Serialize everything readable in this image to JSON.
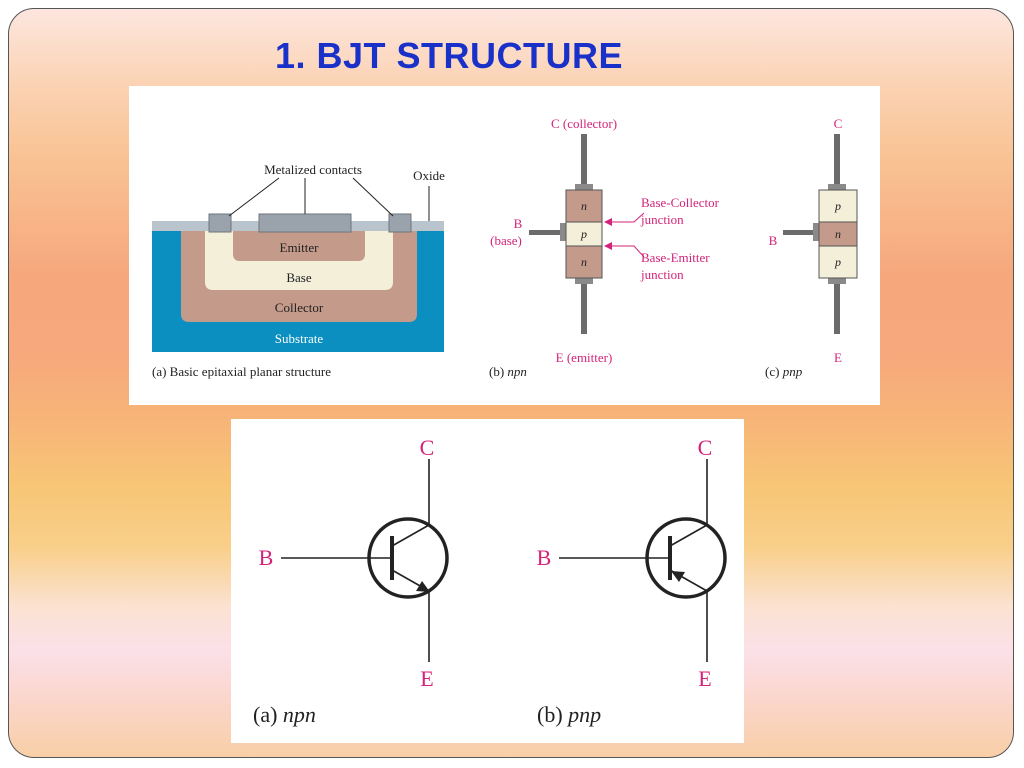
{
  "slide": {
    "title": "1. BJT STRUCTURE"
  },
  "structure_figure": {
    "planar": {
      "label_contacts": "Metalized contacts",
      "label_oxide": "Oxide",
      "label_emitter": "Emitter",
      "label_base": "Base",
      "label_collector": "Collector",
      "label_substrate": "Substrate",
      "caption": "(a) Basic epitaxial planar structure"
    },
    "npn": {
      "terminal_top": "C (collector)",
      "terminal_left_1": "B",
      "terminal_left_2": "(base)",
      "terminal_bottom": "E (emitter)",
      "layer_top": "n",
      "layer_mid": "p",
      "layer_bot": "n",
      "junction_bc_1": "Base-Collector",
      "junction_bc_2": "junction",
      "junction_be_1": "Base-Emitter",
      "junction_be_2": "junction",
      "caption_prefix": "(b) ",
      "caption_type": "npn"
    },
    "pnp": {
      "terminal_top": "C",
      "terminal_left": "B",
      "terminal_bottom": "E",
      "layer_top": "p",
      "layer_mid": "n",
      "layer_bot": "p",
      "caption_prefix": "(c) ",
      "caption_type": "pnp"
    }
  },
  "symbols_figure": {
    "npn": {
      "collector": "C",
      "base": "B",
      "emitter": "E",
      "caption_prefix": "(a) ",
      "caption_type": "npn"
    },
    "pnp": {
      "collector": "C",
      "base": "B",
      "emitter": "E",
      "caption_prefix": "(b) ",
      "caption_type": "pnp"
    }
  },
  "colors": {
    "title": "#1a31c9",
    "label_magenta": "#d4237a",
    "substrate": "#0a8fc0",
    "collector": "#c49a8a",
    "base": "#f3efd9",
    "emitter": "#c49a8a"
  }
}
